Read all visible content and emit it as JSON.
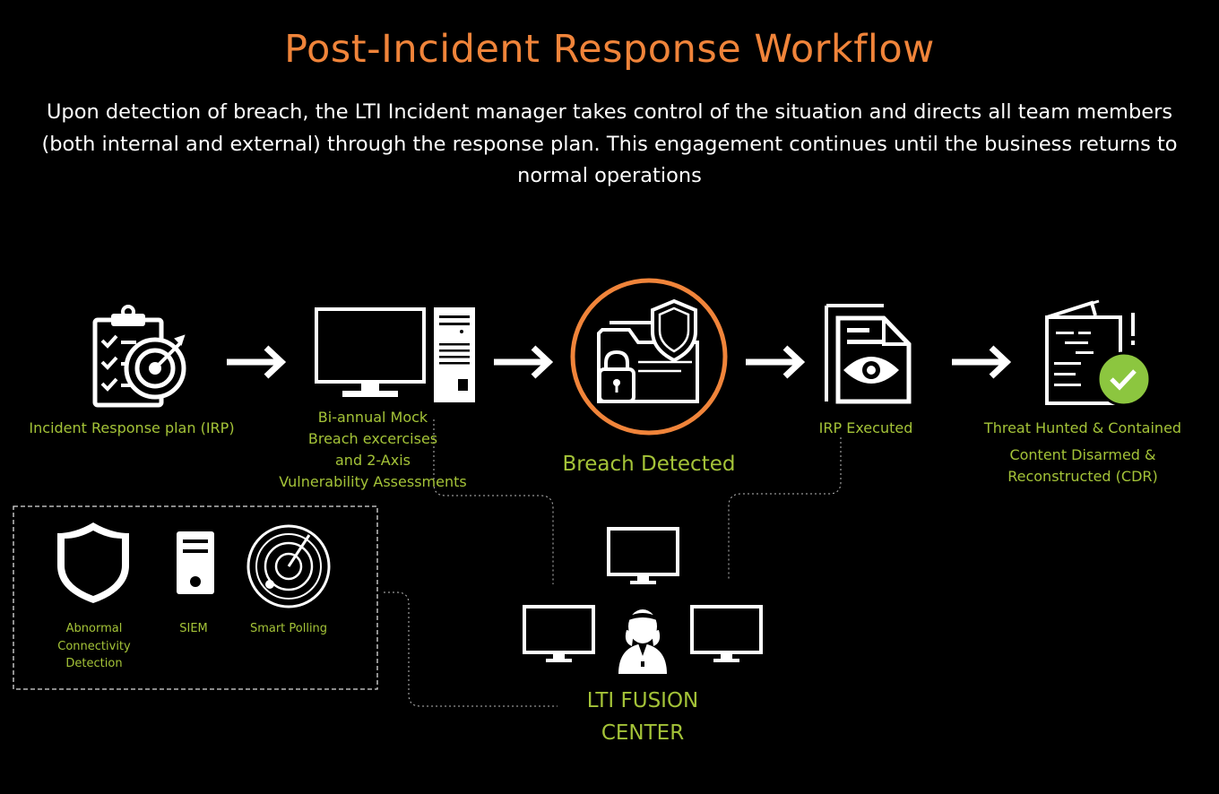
{
  "header": {
    "title": "Post-Incident Response Workflow",
    "subtitle": "Upon detection of breach, the LTI Incident manager takes control of the situation and directs all team members (both internal and external) through the response plan. This engagement continues until the business returns to normal operations"
  },
  "steps": {
    "irp_plan": "Incident Response plan (IRP)",
    "mock_line1": "Bi-annual Mock",
    "mock_line2": "Breach excercises",
    "mock_line3": "and 2-Axis",
    "mock_line4": "Vulnerability Assessments",
    "breach_detected": "Breach Detected",
    "irp_executed": "IRP Executed",
    "threat_hunted": "Threat Hunted & Contained",
    "cdr_line1": "Content Disarmed &",
    "cdr_line2": "Reconstructed (CDR)"
  },
  "monitoring": {
    "abnormal_line1": "Abnormal",
    "abnormal_line2": "Connectivity",
    "abnormal_line3": "Detection",
    "siem": "SIEM",
    "smart_polling": "Smart Polling"
  },
  "fusion": {
    "line1": "LTI FUSION",
    "line2": "CENTER"
  },
  "colors": {
    "accent_orange": "#f0843a",
    "label_green": "#a4c338",
    "check_green": "#8cc63f"
  }
}
